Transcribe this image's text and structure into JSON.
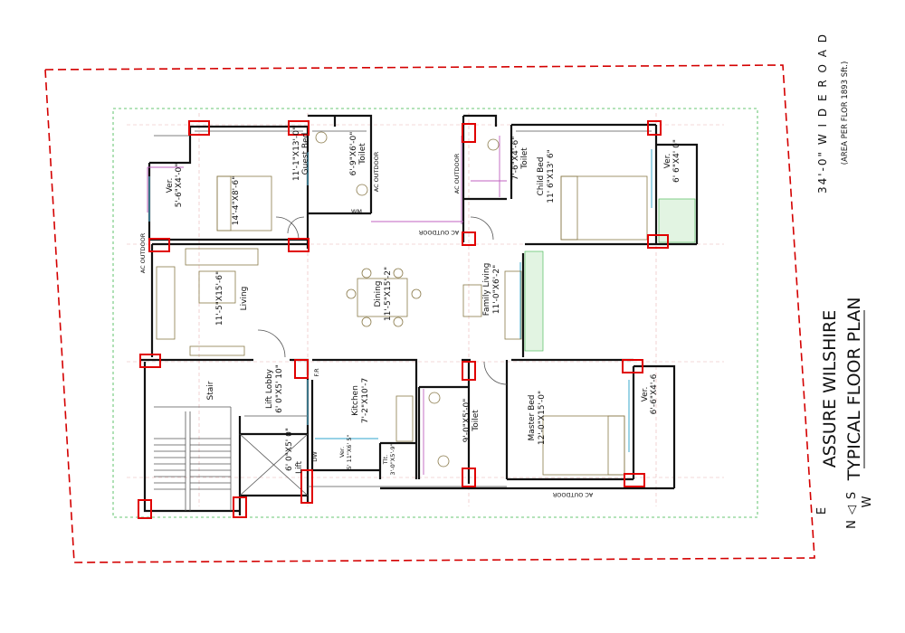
{
  "title": {
    "name": "ASSURE WILSHIRE",
    "subtitle": "TYPICAL FLOOR PLAN"
  },
  "road": {
    "label": "34'-0\" W I D E  R O A D",
    "area_note": "(AREA PER FLOR 1893 Sft.)"
  },
  "compass": {
    "e": "E",
    "n": "N",
    "s": "S",
    "w": "W",
    "arrow": "◁"
  },
  "rooms": {
    "ver_tl": {
      "name": "Ver.",
      "size": "5'-6\"X4'-0\""
    },
    "guest_bed": {
      "name": "Guest Bed",
      "size": "11'-1\"X13'-0\""
    },
    "guest_room_other": {
      "size": "14'-4\"X8'-6\""
    },
    "toilet_guest": {
      "name": "Toilet",
      "size": "6'-9\"X6'-0\""
    },
    "toilet_child": {
      "name": "Toilet",
      "size": "7'-6\"X4'-6\""
    },
    "child_bed": {
      "name": "Child Bed",
      "size": "11' 6\"X13' 6\""
    },
    "ver_tr": {
      "name": "Ver.",
      "size": "6' 6\"X4' 0\""
    },
    "living": {
      "name": "Living",
      "size": "11'-5\"X15'-6\""
    },
    "dining": {
      "name": "Dining",
      "size": "11'-5\"X15'-2\""
    },
    "family_living": {
      "name": "Family Living",
      "size": "11'-0\"X6'-2\""
    },
    "stair": {
      "name": "Stair"
    },
    "lift_lobby": {
      "name": "Lift Lobby",
      "size": "6' 0\"X5' 10\""
    },
    "lift": {
      "name": "Lift",
      "size": "6' 0\"X5' 0\""
    },
    "kitchen": {
      "name": "Kitchen",
      "size": "7'-2\"X10'-7"
    },
    "ver_kitchen": {
      "name": "Ver.",
      "size": "5' 11\"X6' 5\""
    },
    "dw": {
      "name": "DW"
    },
    "toilet_small": {
      "name": "Tlt.",
      "size": "3'-0\"X5'-9\""
    },
    "toilet_master": {
      "name": "Toilet",
      "size": "9'-0\"X5'-0\""
    },
    "master_bed": {
      "name": "Master Bed",
      "size": "12'-0\"X15'-0\""
    },
    "ver_br": {
      "name": "Ver.",
      "size": "6'-6\"X4'-6"
    },
    "fr": {
      "name": "F.R"
    },
    "wm": {
      "name": "WM"
    }
  },
  "ac_outdoor": {
    "top_left": "AC OUTDOOR",
    "guest_toilet": "AC OUTDOOR",
    "child_toilet": "AC OUTDOOR",
    "mid": "AC OUTDOOR",
    "bottom": "AC OUTDOOR"
  },
  "colors": {
    "plot_boundary": "#d40000",
    "setback": "#3ab54a",
    "column": "#e00000",
    "wall": "#111111"
  }
}
